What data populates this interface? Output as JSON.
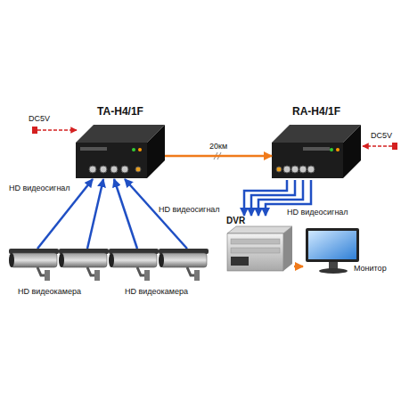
{
  "diagram": {
    "nodes": [
      {
        "text": [
          "TA-H4/1F"
        ]
      },
      {
        "text": [
          "RA-H4/1F"
        ]
      },
      {
        "text": [
          "DVR"
        ]
      },
      {
        "text": [
          "Монитор"
        ]
      }
    ],
    "edges": [
      {
        "from": 0,
        "to": 1,
        "label": "20км",
        "arrow": "to"
      },
      {
        "from": 1,
        "to": 2,
        "arrow": "to"
      },
      {
        "from": 2,
        "to": 3,
        "arrow": "to"
      }
    ],
    "labels": [
      "DC5V",
      "DC5V",
      "HD видеосигнал",
      "HD видеосигнал",
      "HD видеосигнал",
      "HD видеокамера",
      "HD видеокамера"
    ]
  }
}
